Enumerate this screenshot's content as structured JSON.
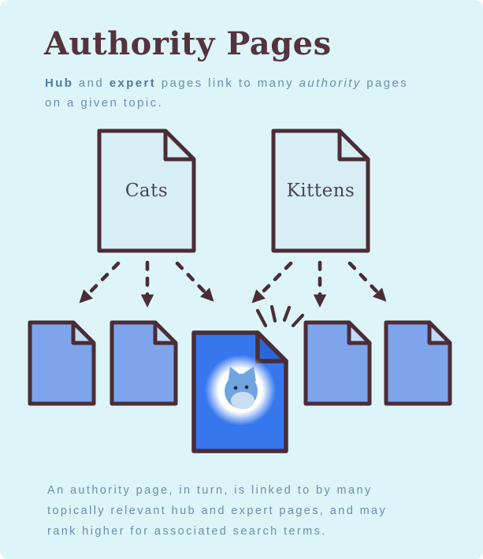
{
  "header": {
    "title": "Authority Pages",
    "subtitle": {
      "hub": "Hub",
      "and": " and ",
      "expert": "expert",
      "mid": " pages link to many ",
      "authority": "authority",
      "tail": " pages",
      "line2": "on a given topic."
    }
  },
  "hub_pages": [
    {
      "label": "Cats"
    },
    {
      "label": "Kittens"
    }
  ],
  "authority_row": {
    "featured_icon": "cat-avatar-icon"
  },
  "footer": {
    "lines": [
      "An authority page, in turn, is linked to by many",
      "topically relevant hub and expert pages, and may",
      "rank higher for associated search terms."
    ]
  },
  "colors": {
    "bg": "#ddf5f8",
    "outline": "#4a2d37",
    "title": "#54333e",
    "body_text": "#6b8eb0",
    "body_text_strong": "#4e79a4",
    "doc_label": "#4b4650",
    "hub_fill": "#d6eef4",
    "authority_fill": "#7ea5ec",
    "authority_fold": "#c2dbf5",
    "featured_fill": "#3677ee",
    "featured_fold": "#2d66d9",
    "cat_blue": "#6fa6e1",
    "cat_light": "#c9dfef",
    "cat_eye": "#1c2733"
  }
}
